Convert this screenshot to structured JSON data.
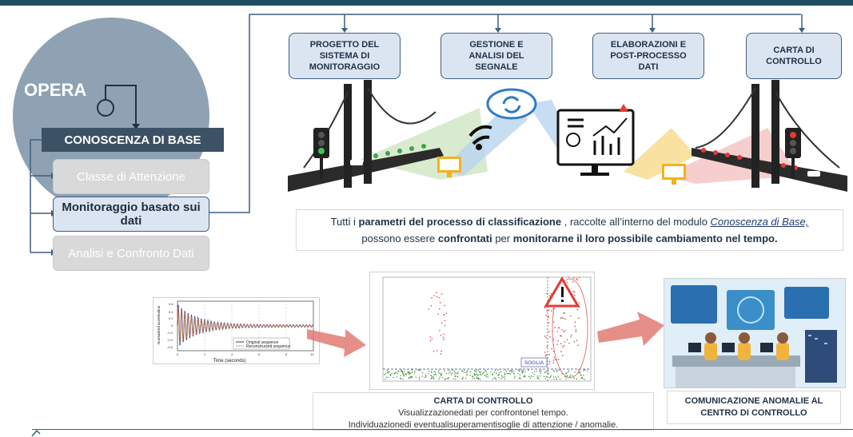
{
  "left": {
    "opera": "OPERA",
    "conoscenza": "CONOSCENZA DI BASE",
    "modules": [
      {
        "label": "Classe di Attenzione"
      },
      {
        "label": "Monitoraggio basato sui dati"
      },
      {
        "label": "Analisi e Confronto Dati"
      }
    ]
  },
  "stages": [
    {
      "label": "PROGETTO DEL\nSISTEMA DI\nMONITORAGGIO"
    },
    {
      "label": "GESTIONE E\nANALISI DEL\nSEGNALE"
    },
    {
      "label": "ELABORAZIONI E\nPOST-PROCESSO\nDATI"
    },
    {
      "label": "CARTA DI\nCONTROLLO"
    }
  ],
  "note": {
    "p1": "Tutti i ",
    "b1": "parametri del processo di classificazione",
    "p2": " , raccolte all’interno del modulo ",
    "link": "Conoscenza di Base,",
    "p3": "possono essere ",
    "b2": "confrontati",
    "p4": " per ",
    "b3": "monitorarne il loro possibile cambiamento nel tempo."
  },
  "signal_plot": {
    "xlabel": "Time (seconds)",
    "ylabel": "Normalized acceleration",
    "legend": [
      "Original sequence",
      "Reconstructed sequence"
    ],
    "x_ticks": [
      "0",
      "2",
      "4",
      "6",
      "8",
      "10"
    ],
    "y_ticks": [
      "0.6",
      "0.4",
      "0.2",
      "0",
      "-0.2",
      "-0.4",
      "-0.6"
    ]
  },
  "control_chart": {
    "soglia": "SOGLIA",
    "alert_icon": "warning-triangle-icon"
  },
  "caption_chart": {
    "title": "CARTA DI CONTROLLO",
    "line1": "Visualizzazionedati per confrontonel tempo.",
    "line2": "Individuazionedi eventualisuperamentisoglie di attenzione / anomalie."
  },
  "caption_room": {
    "title": "COMUNICAZIONE ANOMALIE AL\nCENTRO DI CONTROLLO"
  },
  "colors": {
    "topbar": "#1f4e63",
    "circle": "#8ea2b4",
    "box_fill": "#dbe5f1",
    "box_border": "#3e5f80",
    "arrow": "#e07b73"
  }
}
